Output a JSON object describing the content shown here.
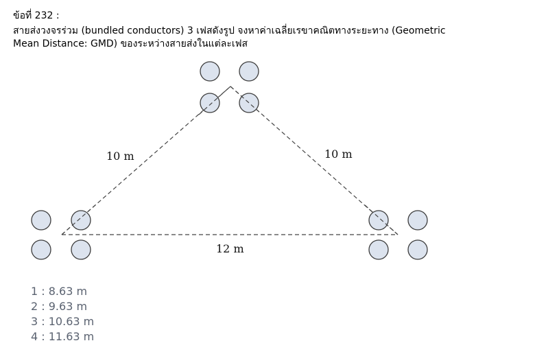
{
  "question": {
    "number_label": "ข้อที่ 232 :",
    "text_line1": "สายส่งวงจรร่วม (bundled conductors)  3 เฟสดังรูป จงหาค่าเฉลี่ยเรขาคณิตทางระยะทาง (Geometric",
    "text_line2": "Mean Distance: GMD) ของระหว่างสายส่งในแต่ละเฟส"
  },
  "diagram": {
    "distance_left": "10 m",
    "distance_right": "10 m",
    "distance_bottom": "12 m"
  },
  "choices": [
    {
      "label": "1 : 8.63 m"
    },
    {
      "label": "2 : 9.63 m"
    },
    {
      "label": "3 : 10.63 m"
    },
    {
      "label": "4 : 11.63 m"
    }
  ],
  "colors": {
    "conductor_fill": "#dce3ee",
    "choice_text": "#5a6270"
  }
}
